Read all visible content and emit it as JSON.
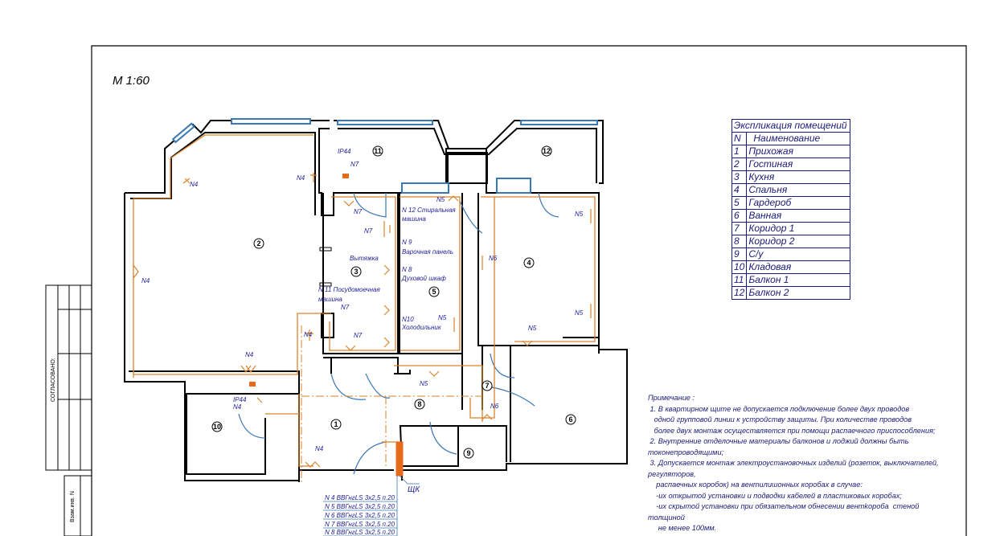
{
  "scale": "M 1:60",
  "explication": {
    "title": "Экспликация помещений",
    "header_n": "N",
    "header_name": "Наименование",
    "rows": [
      {
        "n": "1",
        "name": "Прихожая"
      },
      {
        "n": "2",
        "name": "Гостиная"
      },
      {
        "n": "3",
        "name": "Кухня"
      },
      {
        "n": "4",
        "name": "Спальня"
      },
      {
        "n": "5",
        "name": "Гардероб"
      },
      {
        "n": "6",
        "name": "Ванная"
      },
      {
        "n": "7",
        "name": "Коридор 1"
      },
      {
        "n": "8",
        "name": "Коридор 2"
      },
      {
        "n": "9",
        "name": "С/у"
      },
      {
        "n": "10",
        "name": "Кладовая"
      },
      {
        "n": "11",
        "name": "Балкон 1"
      },
      {
        "n": "12",
        "name": "Балкон 2"
      }
    ]
  },
  "notes": {
    "title": "Примечание :",
    "lines": [
      " 1. В квартирном щите не допускается подключение более двух проводов",
      "   одной групповой линии к устройству защиты. При количестве проводов",
      "   более двух монтаж осуществляется при помощи распаечного приспособления;",
      " 2. Внутренние отделочные материалы балконов и лоджий должны быть",
      "токонепроводящими;",
      " 3. Допускается монтаж электроустановочных изделий (розеток, выключателей,",
      "регуляторов,",
      "    распаечных коробок) на вентилишонных коробах в случае:",
      "    -их открытой установки и подводки кабелей в пластиковых коробах;",
      "    -их скрытой установки при обязательном обнесении вентkороба  стеной",
      "толщиной",
      "     не менее 100мм."
    ]
  },
  "stamp": {
    "agreed": "СОГЛАСОВАНО:",
    "inv": "Взам.инв. N"
  },
  "panel_label": "ЩК",
  "cables": [
    "N 4 ВВГнгLS 3x2,5 п.20",
    "N 5 ВВГнгLS 3x2,5 п.20",
    "N 6 ВВГнгLS 3x2,5 п.20",
    "N 7 ВВГнгLS 3x2,5 п.20",
    "N 8 ВВГнгLS 3x2,5 п.20"
  ],
  "labels": {
    "n4": "N4",
    "n5": "N5",
    "n6": "N6",
    "n7": "N7",
    "ip44": "IP44",
    "n12": "N 12 Стиральная",
    "n12b": "машина",
    "n9": "N 9",
    "n9b": "Варочная панель",
    "n8": "N 8",
    "n8b": "Духовой шкаф",
    "hood": "Вытяжка",
    "n11": "N 11 Посудомоечная",
    "n11b": "машина",
    "n10": "N10",
    "n10b": "Холодильник"
  },
  "rooms": [
    "1",
    "2",
    "3",
    "4",
    "5",
    "6",
    "7",
    "8",
    "9",
    "10",
    "11",
    "12"
  ],
  "colors": {
    "wall": "#000000",
    "wire": "#d9822b",
    "door": "#3a78b5",
    "text": "#22229a"
  }
}
